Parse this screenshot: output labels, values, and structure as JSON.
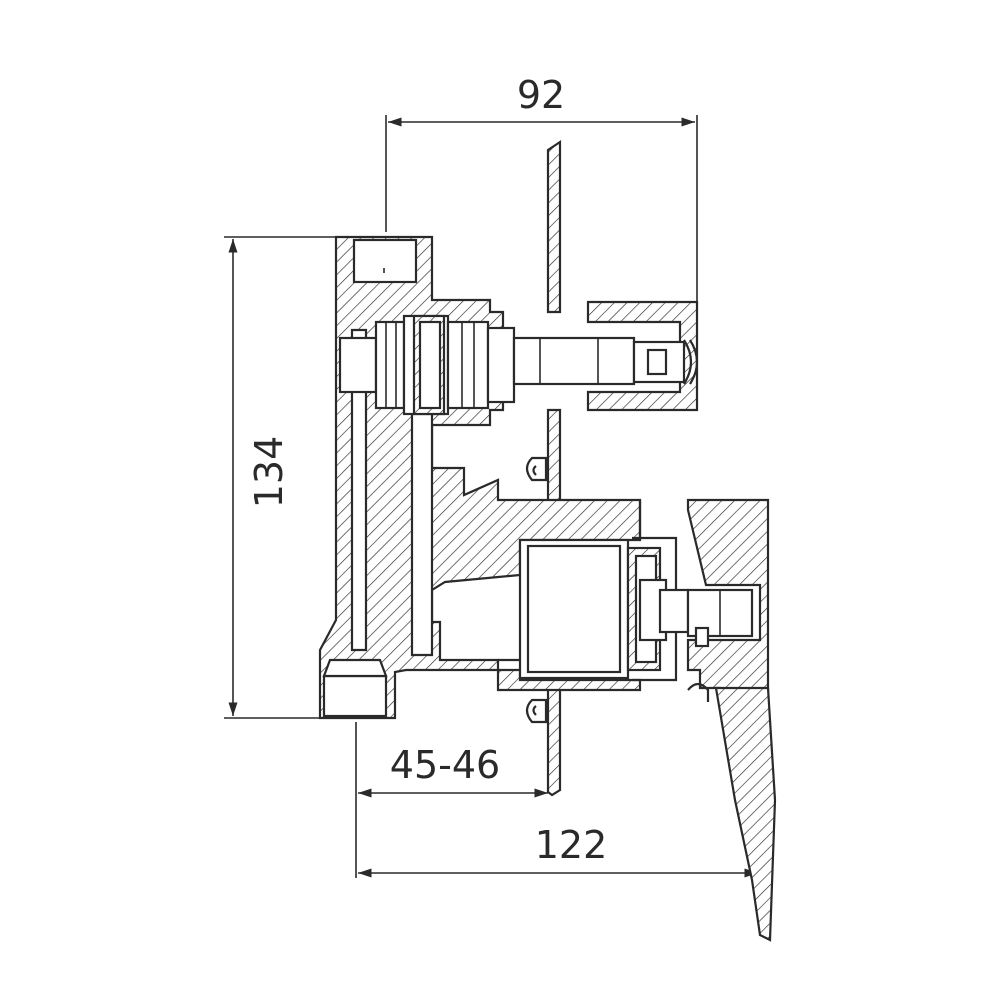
{
  "dimensions": {
    "top_width": "92",
    "height": "134",
    "wall_depth": "45-46",
    "total_depth": "122"
  },
  "colors": {
    "line": "#2a2a2a",
    "background": "#ffffff"
  }
}
